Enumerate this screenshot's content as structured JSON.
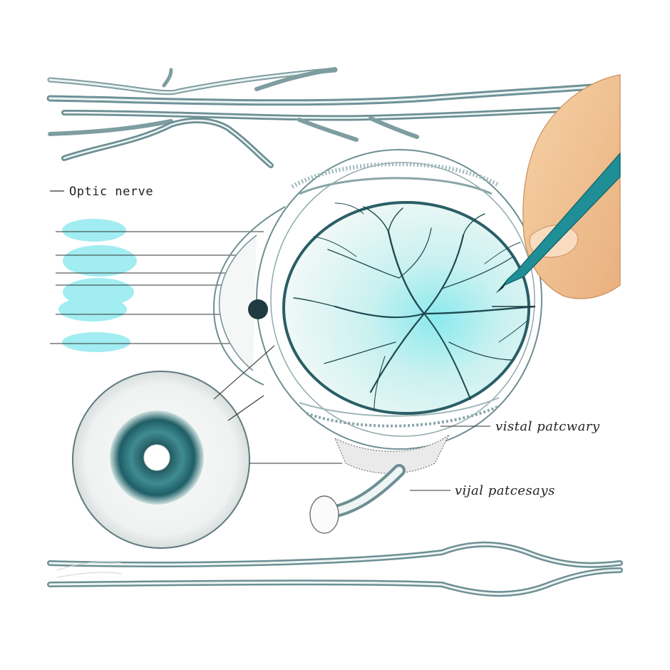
{
  "labels": {
    "optic_nerve": "Optic nerve",
    "visual_pathway": "vistal patcwary",
    "visual_pathways": "vijal patcesays"
  },
  "colors": {
    "ink": "#2f4f57",
    "ink_dark": "#1f3a40",
    "teal": "#2e6f78",
    "wash": "#7ee7ec",
    "retina_light": "#e6f5f3",
    "skin": "#f1c79a",
    "pen": "#1f8e96"
  }
}
